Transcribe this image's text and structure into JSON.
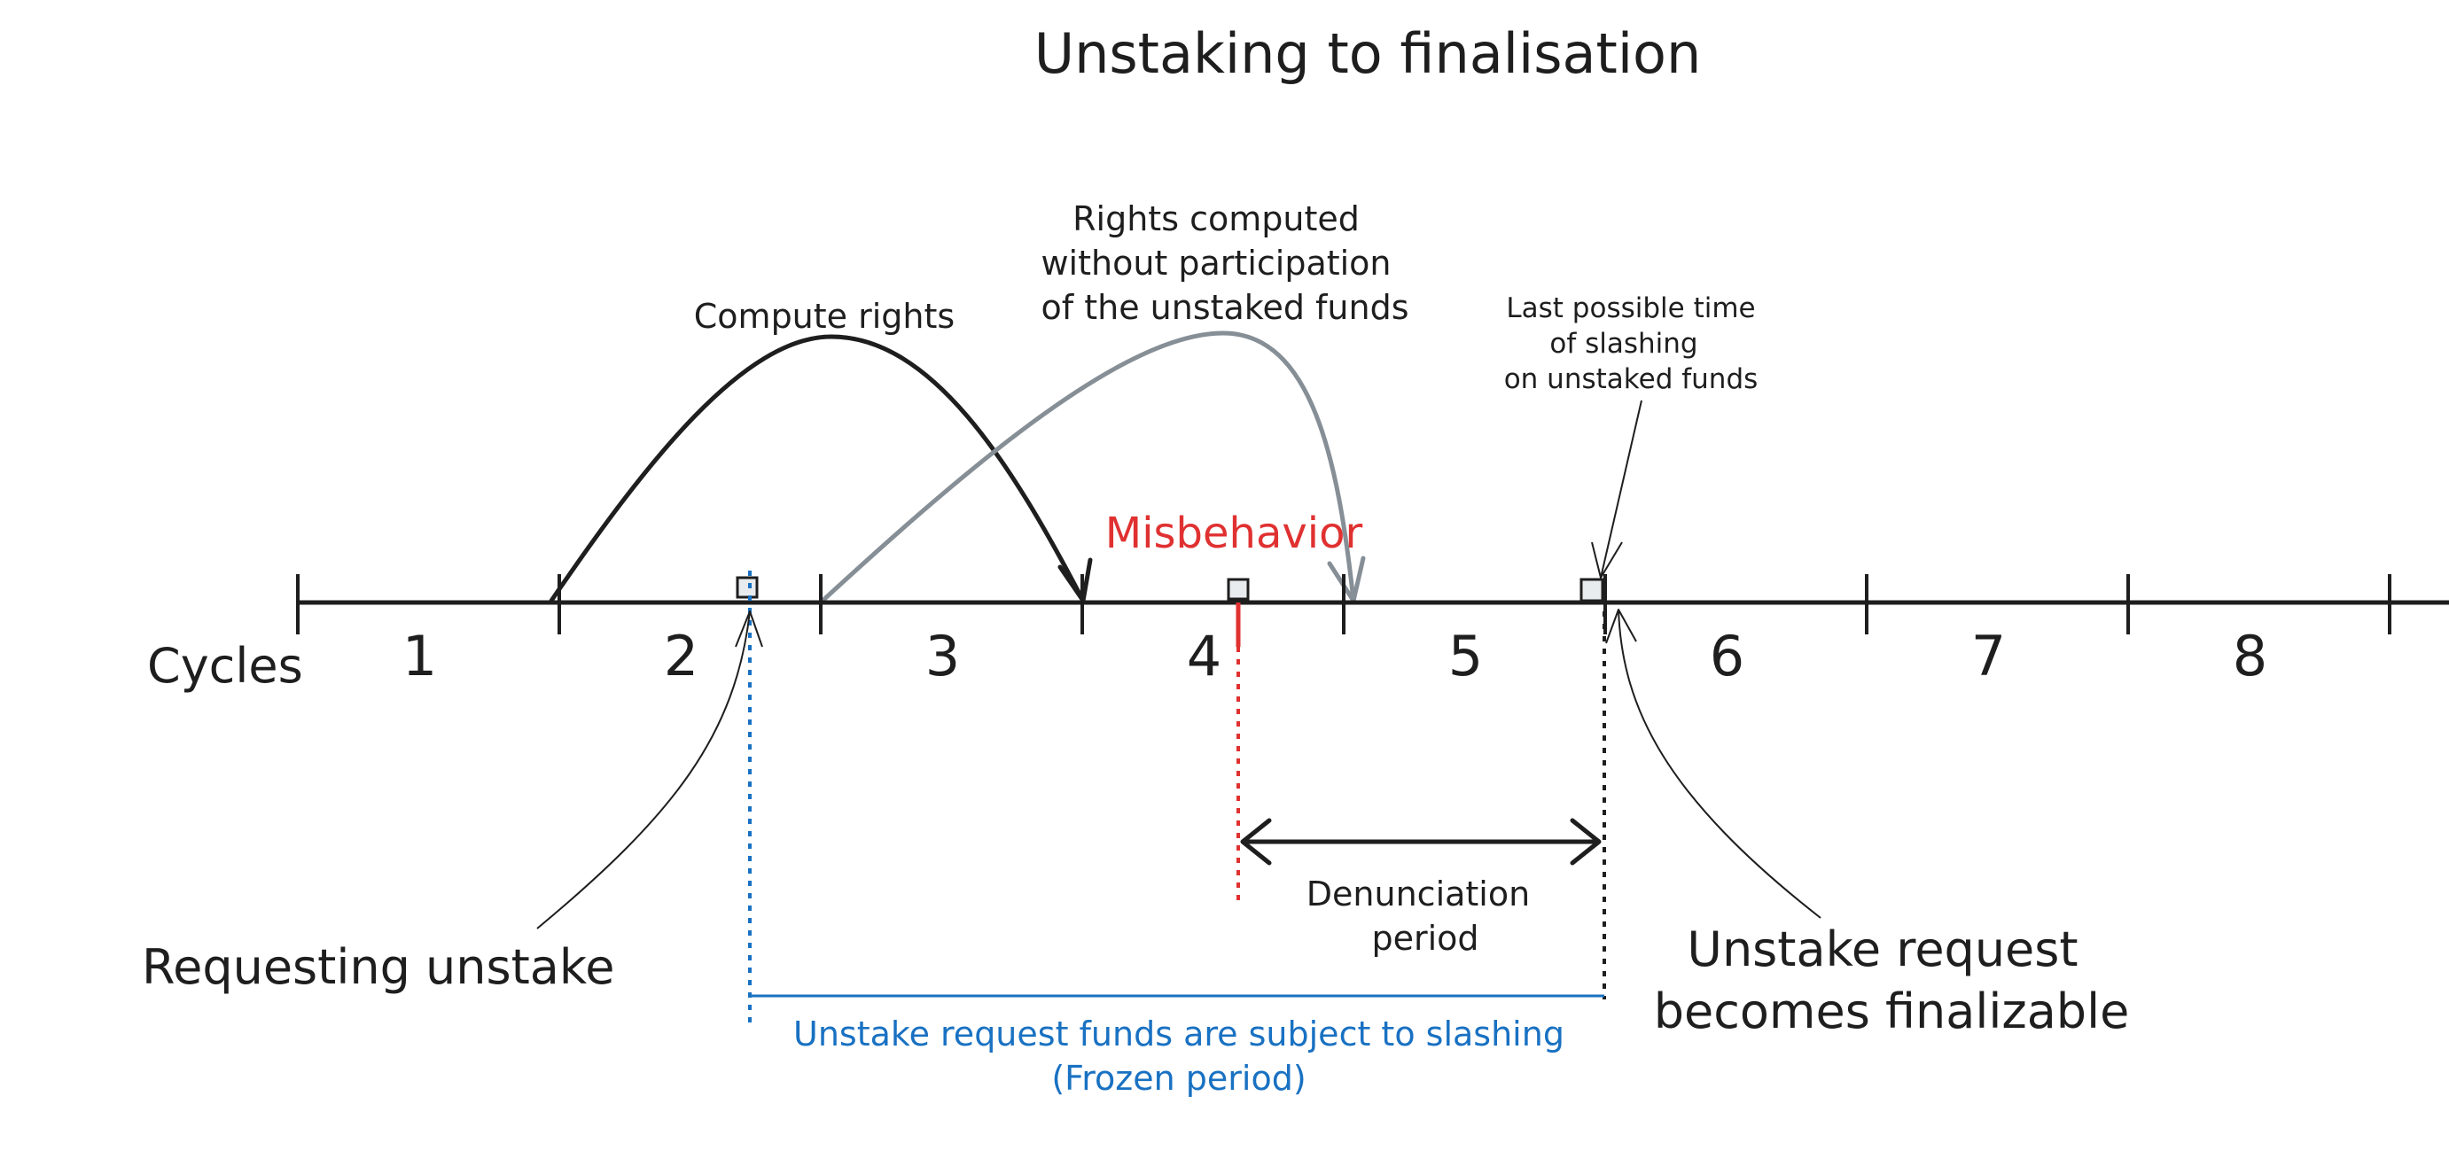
{
  "title": "Unstaking to finalisation",
  "axis_label": "Cycles",
  "cycles": [
    "1",
    "2",
    "3",
    "4",
    "5",
    "6",
    "7",
    "8"
  ],
  "labels": {
    "compute_rights": "Compute rights",
    "rights_computed": [
      "Rights computed",
      "without participation",
      "of the unstaked funds"
    ],
    "last_possible": [
      "Last possible time",
      "of slashing",
      "on unstaked funds"
    ],
    "misbehavior": "Misbehavior",
    "requesting_unstake": "Requesting unstake",
    "denunciation": [
      "Denunciation",
      "period"
    ],
    "finalizable": [
      "Unstake request",
      "becomes finalizable"
    ],
    "slashing": [
      "Unstake request funds are subject to slashing",
      "(Frozen period)"
    ]
  },
  "colors": {
    "ink": "#1e1e1e",
    "gray": "#868e96",
    "red": "#e03131",
    "blue": "#1971c2"
  }
}
